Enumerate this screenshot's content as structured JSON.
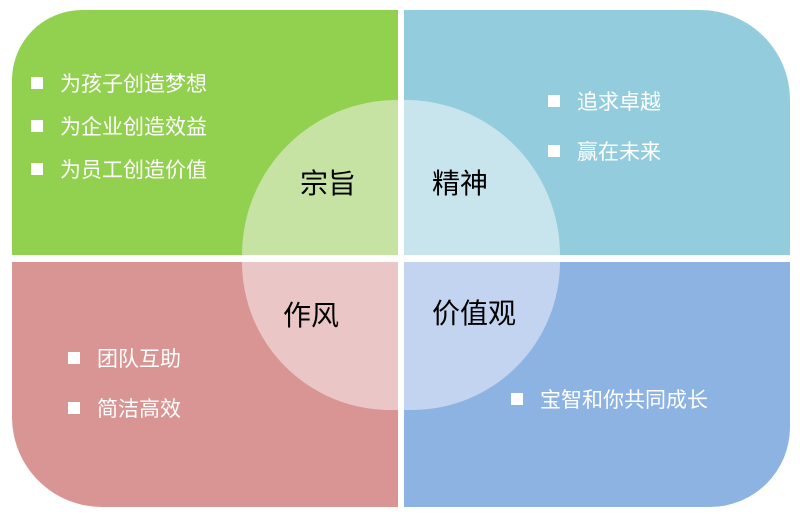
{
  "quadrants": [
    {
      "id": "tl",
      "title": "宗旨",
      "color": "#92d050",
      "items": [
        "为孩子创造梦想",
        "为企业创造效益",
        "为员工创造价值"
      ]
    },
    {
      "id": "tr",
      "title": "精神",
      "color": "#93cddd",
      "items": [
        "追求卓越",
        "赢在未来"
      ]
    },
    {
      "id": "bl",
      "title": "作风",
      "color": "#d99594",
      "items": [
        "团队互助",
        "简洁高效"
      ]
    },
    {
      "id": "br",
      "title": "价值观",
      "color": "#8db3e2",
      "items": [
        "宝智和你共同成长"
      ]
    }
  ]
}
